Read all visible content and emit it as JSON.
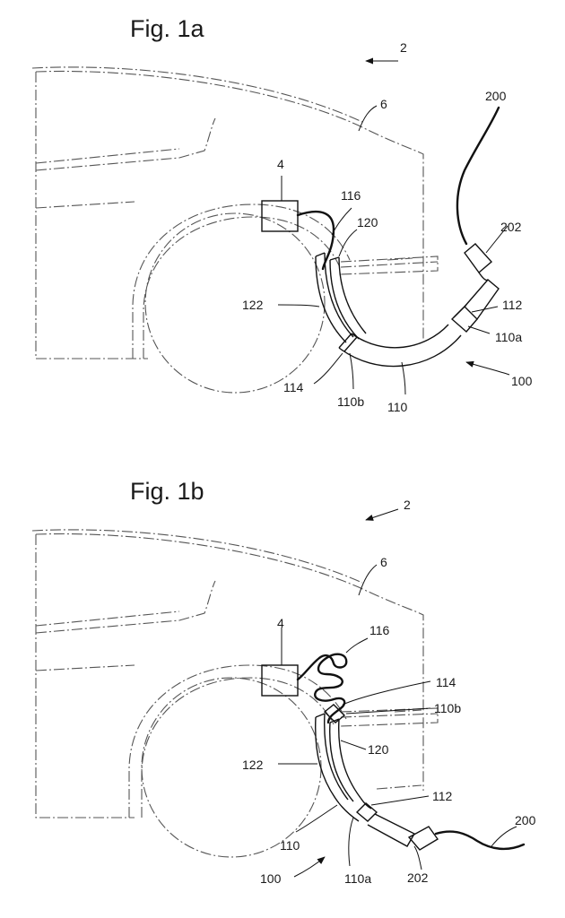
{
  "figures": [
    {
      "title": "Fig. 1a",
      "labels": {
        "vehicle": "2",
        "body": "6",
        "unit": "4",
        "cable": "116",
        "guide": "120",
        "cover": "122",
        "seal": "114",
        "end_inner": "110b",
        "arm": "110",
        "joint": "112",
        "end_outer": "110a",
        "device": "100",
        "plug": "202",
        "charger_cable": "200"
      }
    },
    {
      "title": "Fig. 1b",
      "labels": {
        "vehicle": "2",
        "body": "6",
        "unit": "4",
        "cable": "116",
        "seal": "114",
        "end_inner": "110b",
        "guide": "120",
        "cover": "122",
        "joint": "112",
        "charger_cable": "200",
        "arm": "110",
        "device": "100",
        "end_outer": "110a",
        "plug": "202"
      }
    }
  ]
}
